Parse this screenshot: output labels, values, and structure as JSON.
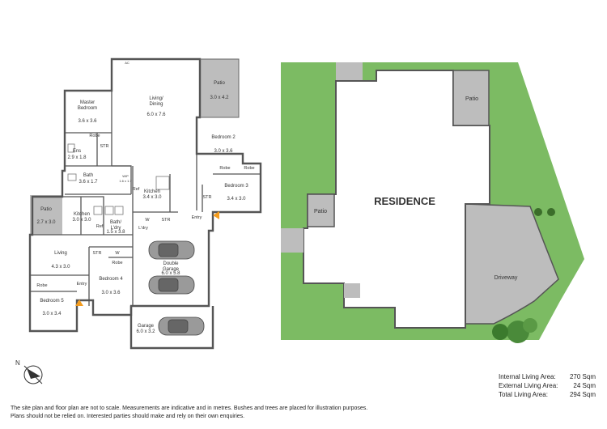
{
  "rooms": {
    "master": {
      "name": "Master\nBedroom",
      "dims": "3.6 x 3.6"
    },
    "living_dining": {
      "name": "Living/\nDining",
      "dims": "6.0 x 7.6"
    },
    "patio_top": {
      "name": "Patio",
      "dims": "3.0 x 4.2"
    },
    "ens": {
      "name": "Ens",
      "dims": "2.9 x 1.8"
    },
    "bath": {
      "name": "Bath",
      "dims": "3.6 x 1.7"
    },
    "wip": {
      "name": "WIP",
      "dims": "1.6 x 1.7"
    },
    "bedroom2": {
      "name": "Bedroom 2",
      "dims": "3.0 x 3.6"
    },
    "bedroom3": {
      "name": "Bedroom 3",
      "dims": "3.4 x 3.0"
    },
    "kitchen1": {
      "name": "Kitchen",
      "dims": "3.4 x 3.0"
    },
    "kitchen2": {
      "name": "Kitchen",
      "dims": "3.0 x 3.0"
    },
    "patio_left": {
      "name": "Patio",
      "dims": "2.7 x 3.0"
    },
    "bath_ldry": {
      "name": "Bath/\nL'dry",
      "dims": "1.5 x 3.8"
    },
    "living": {
      "name": "Living",
      "dims": "4.3 x 3.0"
    },
    "bedroom4": {
      "name": "Bedroom 4",
      "dims": "3.0 x 3.6"
    },
    "bedroom5": {
      "name": "Bedroom 5",
      "dims": "3.0 x 3.4"
    },
    "double_garage": {
      "name": "Double\nGarage",
      "dims": "6.0 x 5.8"
    },
    "garage": {
      "name": "Garage",
      "dims": "6.0 x 3.2"
    }
  },
  "small_labels": {
    "robe": "Robe",
    "str": "STR",
    "ref": "Ref",
    "w": "W",
    "ldry": "L'dry",
    "entry": "Entry",
    "ac": "AC"
  },
  "site": {
    "residence": "RESIDENCE",
    "patio": "Patio",
    "driveway": "Driveway"
  },
  "compass": {
    "letter": "N"
  },
  "areas": [
    {
      "label": "Internal Living Area:",
      "value": "270 Sqm"
    },
    {
      "label": "External Living Area:",
      "value": "24 Sqm"
    },
    {
      "label": "Total Living Area:",
      "value": "294 Sqm"
    }
  ],
  "disclaimer": {
    "line1": "The site plan and floor plan are not to scale. Measurements are indicative and in metres. Bushes and trees are placed for illustration purposes.",
    "line2": "Plans should not be relied on. Interested parties should make and rely on their own enquiries."
  },
  "colors": {
    "grass": "#7cbb63",
    "driveway": "#bdbdbd",
    "patio": "#bdbdbd",
    "residence": "#ffffff",
    "wall": "#555555",
    "arrow": "#f39c1f"
  }
}
